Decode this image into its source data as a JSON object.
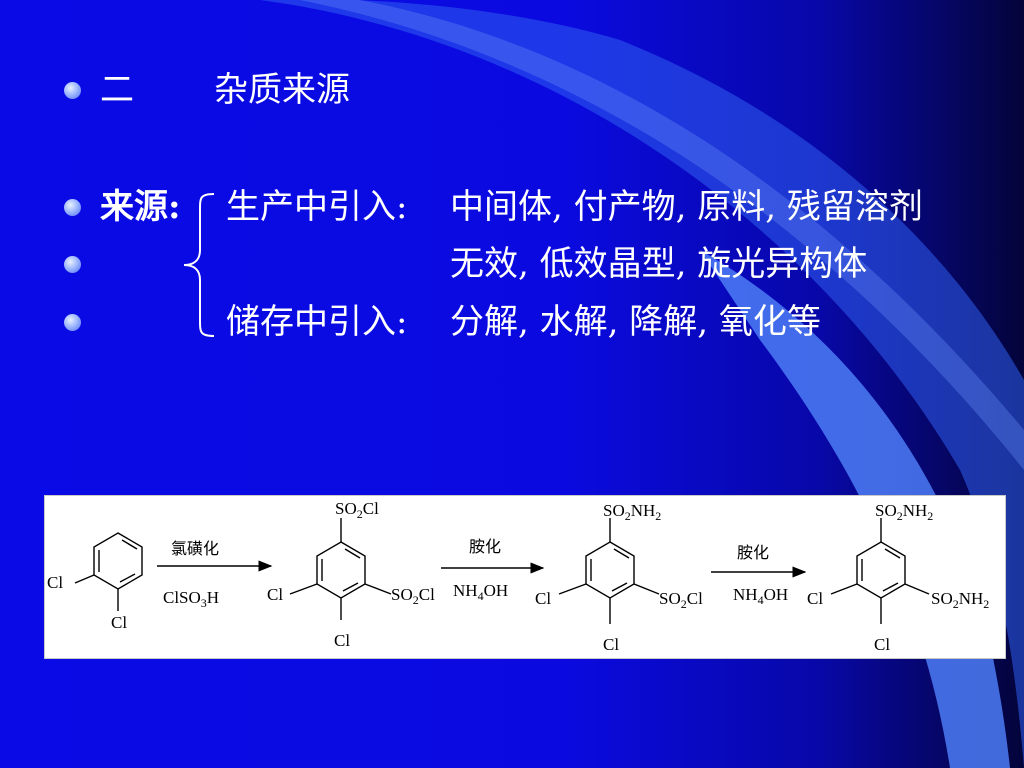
{
  "slide": {
    "title_number": "二",
    "title_text": "杂质来源",
    "label": "来源:",
    "row1_lead": "生产中引入:",
    "row1_items": "中间体, 付产物, 原料, 残留溶剂",
    "row2_items": "无效, 低效晶型, 旋光异构体",
    "row3_lead": "储存中引入:",
    "row3_items": "分解, 水解, 降解, 氧化等"
  },
  "scheme": {
    "step1_reagent_top": "氯磺化",
    "step2_reagent_top": "胺化",
    "step2_reagent_bottom": "NH4OH",
    "step3_reagent_top": "胺化",
    "step3_reagent_bottom": "NH4OH",
    "cl": "Cl"
  },
  "colors": {
    "background": "#0a0ae6",
    "swoosh": "#3a6cf0",
    "text": "#ffffff",
    "bullet": "#8fb0ff"
  }
}
